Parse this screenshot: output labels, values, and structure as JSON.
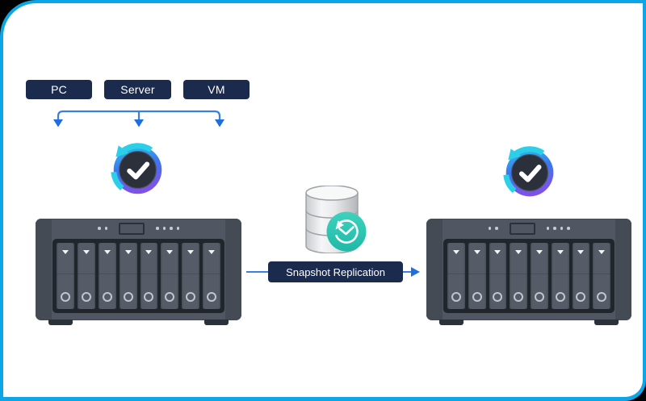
{
  "frame": {
    "border_color": "#0ca6e6",
    "background_color": "#ffffff"
  },
  "sources": {
    "items": [
      {
        "label": "PC"
      },
      {
        "label": "Server"
      },
      {
        "label": "VM"
      }
    ],
    "box_color": "#1b2b4e",
    "text_color": "#ffffff"
  },
  "connector": {
    "line_color": "#3b7fe3",
    "arrow_color": "#1e6ee2"
  },
  "active_backup_icon": {
    "name": "active-backup-icon",
    "ring_gradient": [
      "#2cc8ea",
      "#3b76ee",
      "#7e52e8"
    ],
    "arrow_color": "#2bd0e8",
    "core_color": "#2b303a",
    "check_color": "#ffffff"
  },
  "snapshot_icon": {
    "name": "database-snapshot-icon",
    "database_color": "#d9dbde",
    "badge_color": "#2cc6b2",
    "badge_glyph_color": "#ffffff"
  },
  "replication": {
    "label": "Snapshot Replication",
    "box_color": "#1b2b4e",
    "arrow_color": "#1e6ee2"
  },
  "nas": {
    "bay_count": 8,
    "body_color": "#505762",
    "panel_color": "#21262d",
    "bay_color": "#555c67"
  }
}
